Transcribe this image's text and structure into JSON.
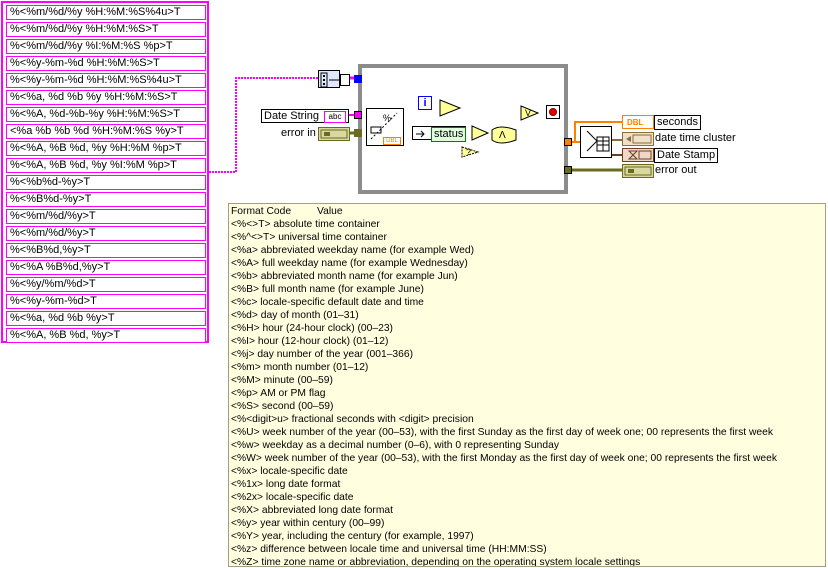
{
  "format_strings": [
    "%<%m/%d/%y %H:%M:%S%4u>T",
    "%<%m/%d/%y %H:%M:%S>T",
    "%<%m/%d/%y %I:%M:%S %p>T",
    "%<%y-%m-%d %H:%M:%S>T",
    "%<%y-%m-%d %H:%M:%S%4u>T",
    "%<%a, %d %b %y %H:%M:%S>T",
    "%<%A, %d-%b-%y %H:%M:%S>T",
    "<%a %b %b %d %H:%M:%S %y>T",
    "%<%A, %B %d, %y %H:%M %p>T",
    "%<%A, %B %d, %y %I:%M %p>T",
    "%<%b%d-%y>T",
    "%<%B%d-%y>T",
    "%<%m/%d/%y>T",
    "%<%m/%d/%y>T",
    "%<%B%d,%y>T",
    "%<%A %B%d,%y>T",
    "%<%y/%m/%d>T",
    "%<%y-%m-%d>T",
    "%<%a, %d %b %y>T",
    "%<%A, %B %d, %y>T"
  ],
  "diagram": {
    "date_string_label": "Date String",
    "date_string_type": "abc",
    "error_in_label": "error in",
    "status_label": "status",
    "seconds_label": "seconds",
    "seconds_type": "DBL",
    "cluster_label": "date time cluster",
    "date_stamp_label": "Date Stamp",
    "error_out_label": "error out",
    "dbl_badge": "DBL",
    "iter_label": "i",
    "or_symbol": "V",
    "and_symbol": "Λ",
    "question_symbol": "?"
  },
  "colors": {
    "string_wire": "#ff00ff",
    "numeric_wire": "#ff8000",
    "int_wire": "#0000ff",
    "bool_wire": "#008000",
    "error_wire": "#6b6b1f",
    "loop_border": "#8c8c8c",
    "doc_background": "#ffffe0"
  },
  "doc": {
    "header_code": "Format Code",
    "header_value": "Value",
    "lines": [
      "<%<>T> absolute time container",
      "<%^<>T> universal time container",
      "<%a> abbreviated weekday name (for example Wed)",
      "<%A> full weekday name (for example Wednesday)",
      "<%b> abbreviated month name (for example Jun)",
      "<%B> full month name (for example June)",
      "<%c> locale-specific default date and time",
      "<%d> day of month (01–31)",
      "<%H> hour (24-hour clock) (00–23)",
      "<%I> hour (12-hour clock) (01–12)",
      "<%j> day number of the year (001–366)",
      "<%m> month number (01–12)",
      "<%M> minute (00–59)",
      "<%p> AM or PM flag",
      "<%S> second (00–59)",
      "<%<digit>u> fractional seconds with <digit> precision",
      "<%U> week number of the year (00–53), with the first Sunday as the first day of week one; 00 represents the first week",
      "<%w> weekday as a decimal number (0–6), with 0 representing Sunday",
      "<%W> week number of the year (00–53), with the first Monday as the first day of week one; 00 represents the first week",
      "<%x> locale-specific date",
      "<%1x> long date format",
      "<%2x> locale-specific date",
      "<%X> abbreviated long date format",
      "<%y> year within century (00–99)",
      "<%Y> year, including the century (for example, 1997)",
      "<%z> difference between locale time and universal time (HH:MM:SS)",
      "<%Z> time zone name or abbreviation, depending on the operating system locale settings"
    ]
  }
}
